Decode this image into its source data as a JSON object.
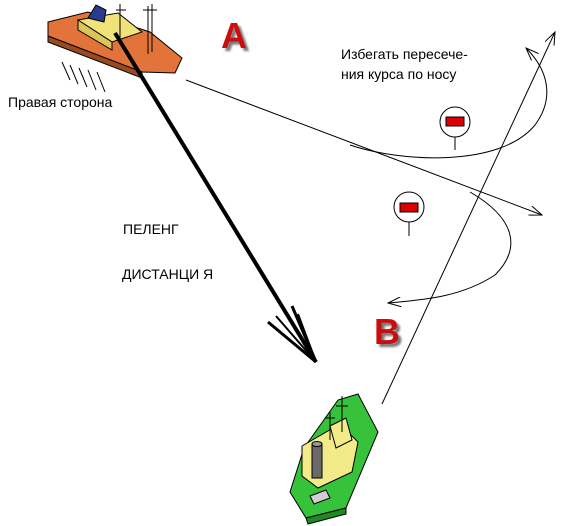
{
  "labels": {
    "point_a": "A",
    "point_b": "B",
    "starboard_side": "Правая сторона",
    "avoid_line1": "Избегать пересече-",
    "avoid_line2": "ния курса по носу",
    "bearing": "ПЕЛЕНГ",
    "distance": "ДИСТАНЦИ Я"
  },
  "colors": {
    "ship_a_hull": "#e2733a",
    "ship_a_deck": "#f2e27a",
    "ship_a_bridge": "#2a3a8c",
    "ship_b_hull": "#36c23a",
    "ship_b_deck": "#f3ea8a",
    "letter": "#cc1111",
    "buoy_light": "#dd0000"
  }
}
